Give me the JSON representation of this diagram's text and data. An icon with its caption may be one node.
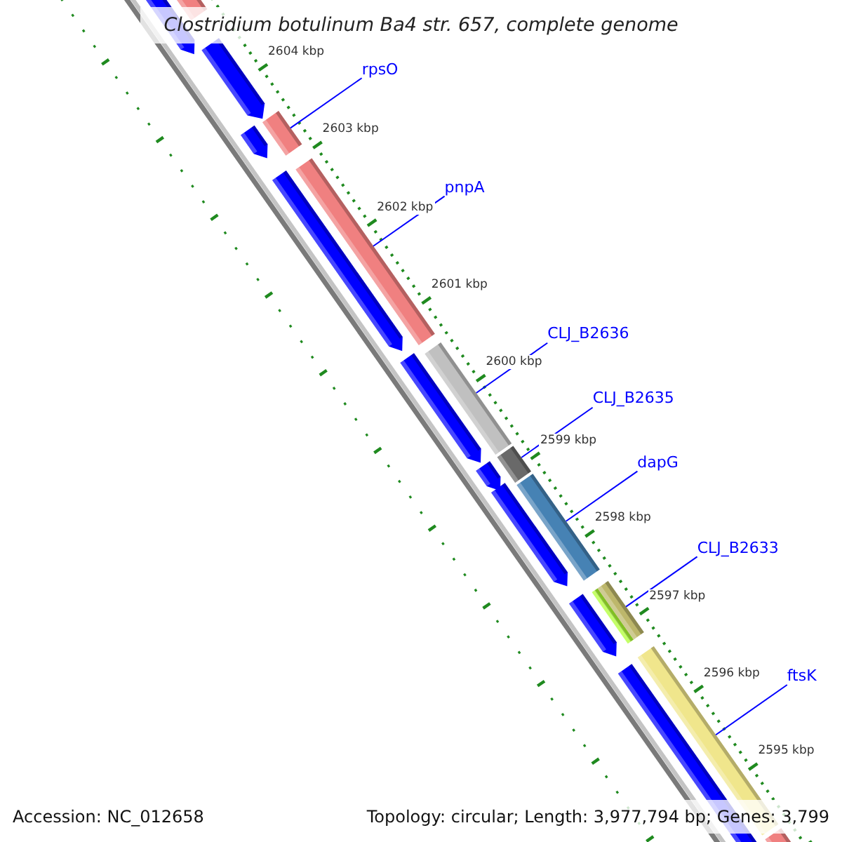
{
  "diagram": {
    "title": "Clostridium botulinum Ba4 str. 657, complete genome",
    "nodes": [
      {
        "text": [
          "rpsO"
        ]
      },
      {
        "text": [],
        "shape": "bar"
      },
      {
        "text": [
          "pnpA"
        ]
      },
      {
        "text": [],
        "shape": "bar"
      },
      {
        "text": [
          "CLJ_B2636"
        ]
      },
      {
        "text": [],
        "shape": "bar"
      },
      {
        "text": [
          "CLJ_B2635"
        ]
      },
      {
        "text": [],
        "shape": "bar"
      },
      {
        "text": [
          "dapG"
        ]
      },
      {
        "text": [],
        "shape": "bar"
      },
      {
        "text": [
          "CLJ_B2633"
        ]
      },
      {
        "text": [],
        "shape": "bar"
      },
      {
        "text": [
          "ftsK"
        ]
      },
      {
        "text": [],
        "shape": "bar"
      }
    ],
    "edges": [
      {
        "from": 0,
        "to": 1,
        "arrow": "none"
      },
      {
        "from": 2,
        "to": 3,
        "arrow": "none"
      },
      {
        "from": 4,
        "to": 5,
        "arrow": "none"
      },
      {
        "from": 6,
        "to": 7,
        "arrow": "none"
      },
      {
        "from": 8,
        "to": 9,
        "arrow": "none"
      },
      {
        "from": 10,
        "to": 11,
        "arrow": "none"
      },
      {
        "from": 12,
        "to": 13,
        "arrow": "none"
      }
    ],
    "labels": [
      "2604 kbp",
      "2603 kbp",
      "2602 kbp",
      "2601 kbp",
      "2600 kbp",
      "2599 kbp",
      "2598 kbp",
      "2597 kbp",
      "2596 kbp",
      "2595 kbp",
      "Accession: NC_012658",
      "Topology: circular; Length: 3,977,794 bp; Genes: 3,799"
    ]
  }
}
